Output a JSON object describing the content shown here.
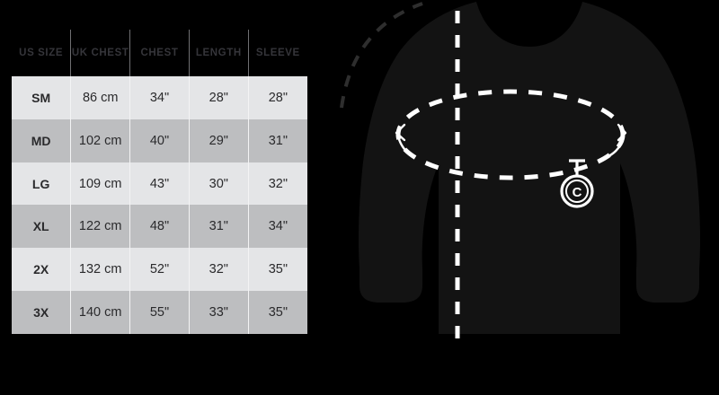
{
  "size_table": {
    "headers": [
      "US SIZE",
      "UK CHEST",
      "CHEST",
      "LENGTH",
      "SLEEVE"
    ],
    "rows": [
      {
        "us_size": "SM",
        "uk_chest": "86 cm",
        "chest": "34\"",
        "length": "28\"",
        "sleeve": "28\""
      },
      {
        "us_size": "MD",
        "uk_chest": "102 cm",
        "chest": "40\"",
        "length": "29\"",
        "sleeve": "31\""
      },
      {
        "us_size": "LG",
        "uk_chest": "109 cm",
        "chest": "43\"",
        "length": "30\"",
        "sleeve": "32\""
      },
      {
        "us_size": "XL",
        "uk_chest": "122 cm",
        "chest": "48\"",
        "length": "31\"",
        "sleeve": "34\""
      },
      {
        "us_size": "2X",
        "uk_chest": "132 cm",
        "chest": "52\"",
        "length": "32\"",
        "sleeve": "35\""
      },
      {
        "us_size": "3X",
        "uk_chest": "140 cm",
        "chest": "55\"",
        "length": "33\"",
        "sleeve": "35\""
      }
    ]
  },
  "garment": {
    "type": "long-sleeve-sweatshirt",
    "chest_marker_label": "C",
    "colors": {
      "background": "#000000",
      "garment_fill": "#131313",
      "guide_line": "#ffffff",
      "sleeve_guide": "#2e2e2e",
      "header_text": "#35353a",
      "row_light": "#e4e5e7",
      "row_dark": "#bdbec0",
      "cell_text": "#2a2a2c"
    }
  }
}
